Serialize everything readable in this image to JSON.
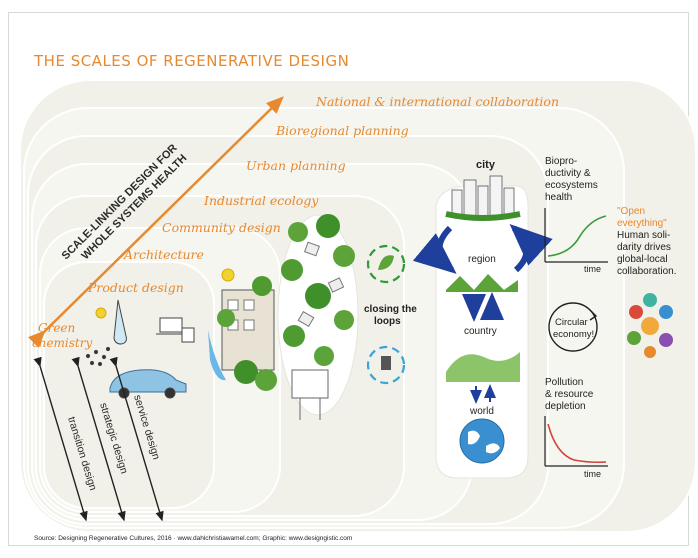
{
  "title": "THE SCALES OF REGENERATIVE DESIGN",
  "scales": [
    "National & international collaboration",
    "Bioregional planning",
    "Urban planning",
    "Industrial ecology",
    "Community design",
    "Architecture",
    "Product design"
  ],
  "green_chemistry": [
    "Green",
    "chemistry"
  ],
  "diagonal_label": [
    "SCALE-LINKING DESIGN FOR",
    "WHOLE SYSTEMS HEALTH"
  ],
  "bottom_arrows": [
    "transition design",
    "strategic design",
    "service design"
  ],
  "closing_loops": [
    "closing the",
    "loops"
  ],
  "city_column": {
    "city": "city",
    "region": "region",
    "country": "country",
    "world": "world"
  },
  "bio_label": [
    "Biopro-",
    "ductivity &",
    "ecosystems",
    "health"
  ],
  "circular": [
    "Circular",
    "economy!"
  ],
  "pollution_label": [
    "Pollution",
    "& resource",
    "depletion"
  ],
  "time_label": "time",
  "open_label": [
    "\"Open",
    "everything\"",
    "Human soli-",
    "darity drives",
    "global-local",
    "collaboration."
  ],
  "source": "Source: Designing Regenerative Cultures, 2016 · www.dahlchristiawamel.com; Graphic: www.designgistic.com",
  "colors": {
    "accent": "#e7892f",
    "ring": "#f1f1e9",
    "arrow_blue": "#1f3f9c",
    "loop_green": "#2f9a3b",
    "green_curve": "#3a9a3a",
    "red_curve": "#d0453a"
  }
}
